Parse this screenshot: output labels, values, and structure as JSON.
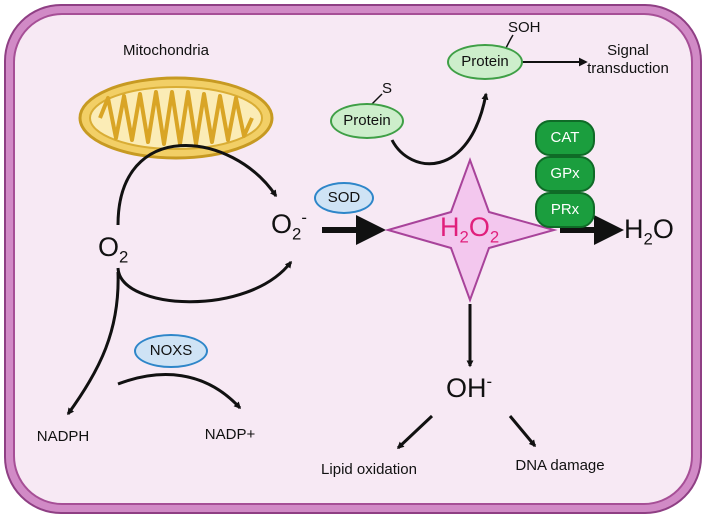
{
  "title": "",
  "nodes": {
    "mitochondria": "Mitochondria",
    "o2": "O",
    "o2_sub": "2",
    "superoxide": "O",
    "superoxide_sub": "2",
    "superoxide_sup": "-",
    "sod": "SOD",
    "noxs": "NOXS",
    "nadph": "NADPH",
    "nadp": "NADP+",
    "h2o2_h": "H",
    "h2o2_sub1": "2",
    "h2o2_o": "O",
    "h2o2_sub2": "2",
    "h2o_h": "H",
    "h2o_sub": "2",
    "h2o_o": "O",
    "hydroxyl": "OH",
    "hydroxyl_sup": "-",
    "lipid": "Lipid oxidation",
    "dna": "DNA damage",
    "protein_s_label": "S",
    "protein_reduced": "Protein",
    "protein_soh_label": "SOH",
    "protein_oxidized": "Protein",
    "signal_line1": "Signal",
    "signal_line2": "transduction"
  },
  "enzymes": [
    "CAT",
    "GPx",
    "PRx"
  ],
  "colors": {
    "cell_fill": "#f7e9f4",
    "cell_border": "#a64f96",
    "star_fill": "#f3c7ee",
    "star_stroke": "#a8439a",
    "h2o2_text": "#e0207c",
    "enzyme_fill": "#1b9e3e",
    "blue_pill_border": "#2e86c9",
    "green_pill_border": "#3f9f46"
  }
}
